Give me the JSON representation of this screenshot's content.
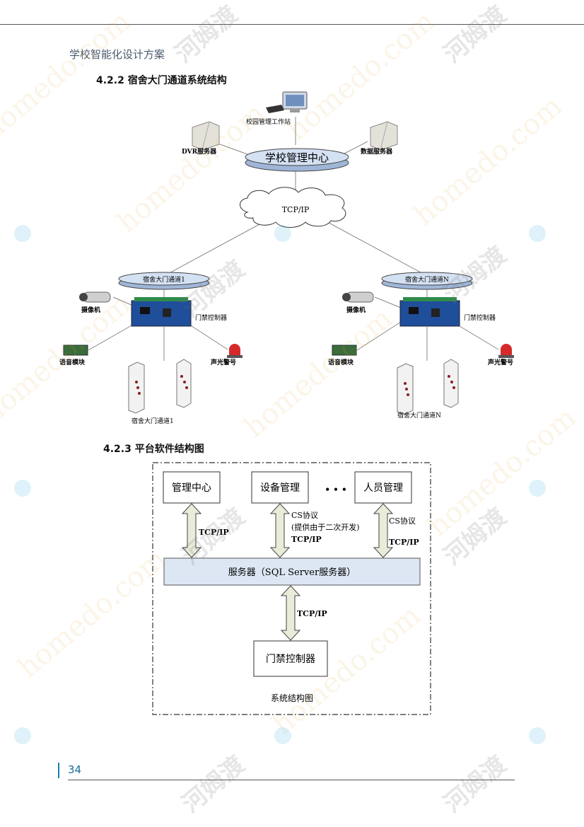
{
  "header": {
    "doc_title": "学校智能化设计方案"
  },
  "section1": {
    "title": "4.2.2 宿舍大门通道系统结构",
    "workstation": "校园管理工作站",
    "dvr": "DVR服务器",
    "dataserver": "数据服务器",
    "center": "学校管理中心",
    "cloud": "TCP/IP",
    "channel1": "宿舍大门通道1",
    "channelN": "宿舍大门通道N",
    "camera": "摄像机",
    "controller": "门禁控制器",
    "voice": "语音模块",
    "alarm": "声光警号",
    "gate1": "宿舍大门通道1",
    "gateN": "宿舍大门通道N"
  },
  "section2": {
    "title": "4.2.3 平台软件结构图",
    "box_center": "管理中心",
    "box_device": "设备管理",
    "ellipsis": "• • •",
    "box_person": "人员管理",
    "link_left": "TCP/IP",
    "cs_mid": "CS协议",
    "cs_mid_note": "(提供由于二次开发)",
    "tcp_mid": "TCP/IP",
    "cs_right": "CS协议",
    "tcp_right": "TCP/IP",
    "server": "服务器（SQL Server服务器）",
    "tcp_bottom": "TCP/IP",
    "controller": "门禁控制器",
    "caption": "系统结构图"
  },
  "footer": {
    "page": "34"
  },
  "watermark": {
    "text": "homedo.com",
    "brand": "河姆渡"
  },
  "colors": {
    "accent": "#1a7fb5",
    "server_fill": "#dde7f4",
    "arrow_fill": "#e8ecd8",
    "board": "#1f4e9a"
  }
}
